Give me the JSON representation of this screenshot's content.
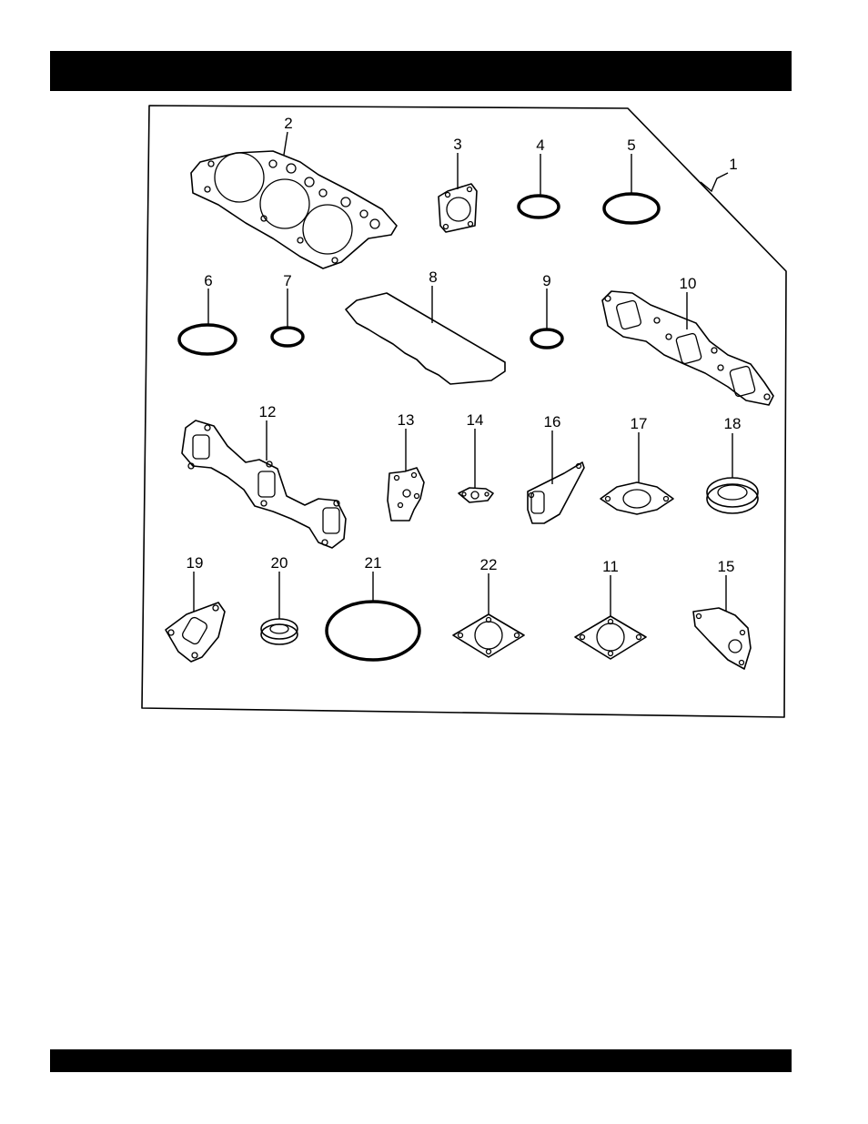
{
  "callouts": {
    "c1": "1",
    "c2": "2",
    "c3": "3",
    "c4": "4",
    "c5": "5",
    "c6": "6",
    "c7": "7",
    "c8": "8",
    "c9": "9",
    "c10": "10",
    "c11": "11",
    "c12": "12",
    "c13": "13",
    "c14": "14",
    "c15": "15",
    "c16": "16",
    "c17": "17",
    "c18": "18",
    "c19": "19",
    "c20": "20",
    "c21": "21",
    "c22": "22"
  },
  "colors": {
    "ink": "#000000",
    "paper": "#ffffff"
  }
}
